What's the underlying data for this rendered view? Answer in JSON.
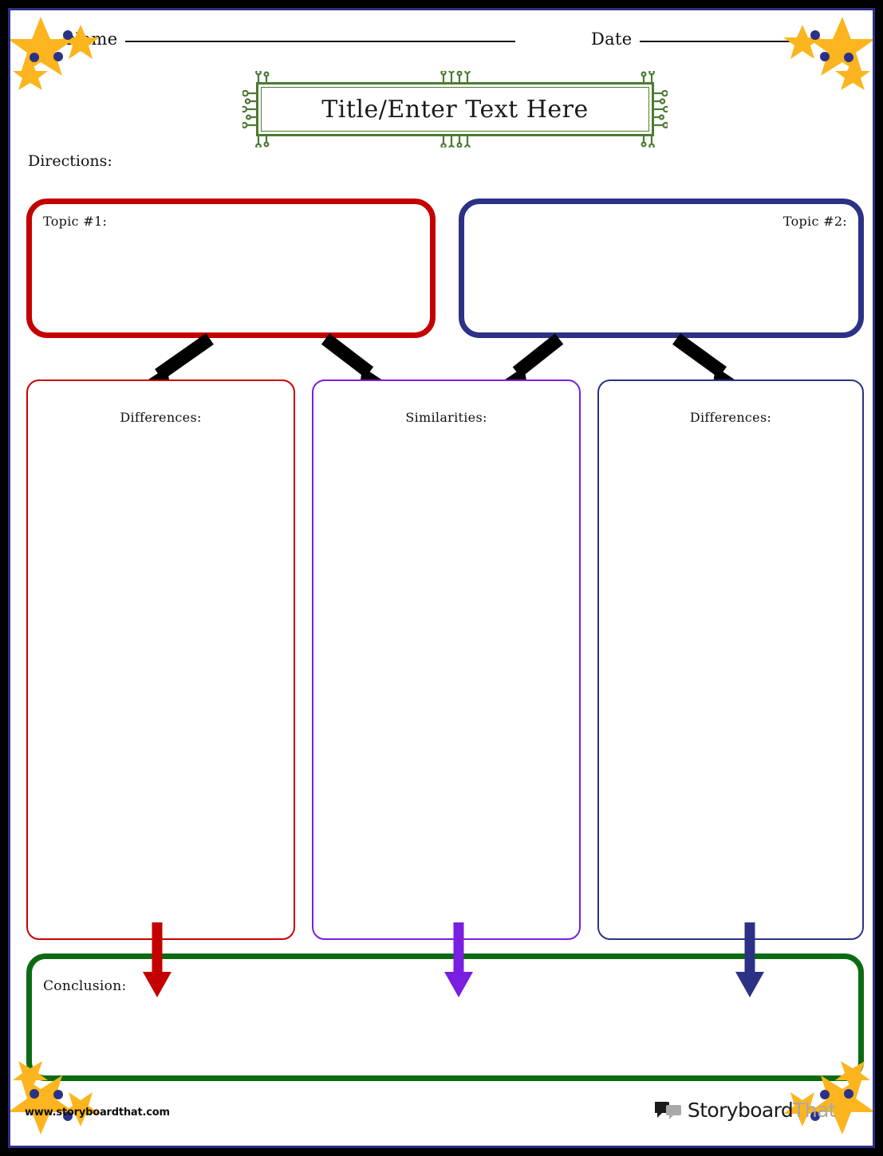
{
  "document": {
    "type": "compare-contrast-graphic-organizer-worksheet",
    "title_text": "Title/Enter Text Here"
  },
  "header": {
    "name_label": "Name",
    "date_label": "Date",
    "name_value": "",
    "date_value": ""
  },
  "directions": {
    "label": "Directions:",
    "value": ""
  },
  "topics": [
    {
      "label": "Topic #1:",
      "value": "",
      "color": "#c40000",
      "align": "left"
    },
    {
      "label": "Topic #2:",
      "value": "",
      "color": "#2b3286",
      "align": "right"
    }
  ],
  "columns": [
    {
      "label": "Differences:",
      "value": "",
      "color": "#cc0000"
    },
    {
      "label": "Similarities:",
      "value": "",
      "color": "#7a1ee0"
    },
    {
      "label": "Differences:",
      "value": "",
      "color": "#2b3286"
    }
  ],
  "conclusion": {
    "label": "Conclusion:",
    "value": "",
    "color": "#0c6b12"
  },
  "arrows": {
    "top": [
      {
        "from": "topic-1",
        "to": "differences-left",
        "direction": "down-left",
        "color": "#000000"
      },
      {
        "from": "topic-1",
        "to": "similarities",
        "direction": "down-right",
        "color": "#000000"
      },
      {
        "from": "topic-2",
        "to": "similarities",
        "direction": "down-left",
        "color": "#000000"
      },
      {
        "from": "topic-2",
        "to": "differences-right",
        "direction": "down-right",
        "color": "#000000"
      }
    ],
    "bottom": [
      {
        "from": "differences-left",
        "to": "conclusion",
        "direction": "down",
        "color": "#c40000"
      },
      {
        "from": "similarities",
        "to": "conclusion",
        "direction": "down",
        "color": "#7a1ee0"
      },
      {
        "from": "differences-right",
        "to": "conclusion",
        "direction": "down",
        "color": "#2b3286"
      }
    ]
  },
  "decorations": {
    "star_color": "#fcb51e",
    "dot_color": "#2b3286",
    "title_frame_color": "#4c7a32",
    "page_border_color": "#2b3286",
    "outer_mat_color": "#000000"
  },
  "footer": {
    "url": "www.storyboardthat.com",
    "logo_word_1": "Storyboard",
    "logo_word_2": "That"
  }
}
